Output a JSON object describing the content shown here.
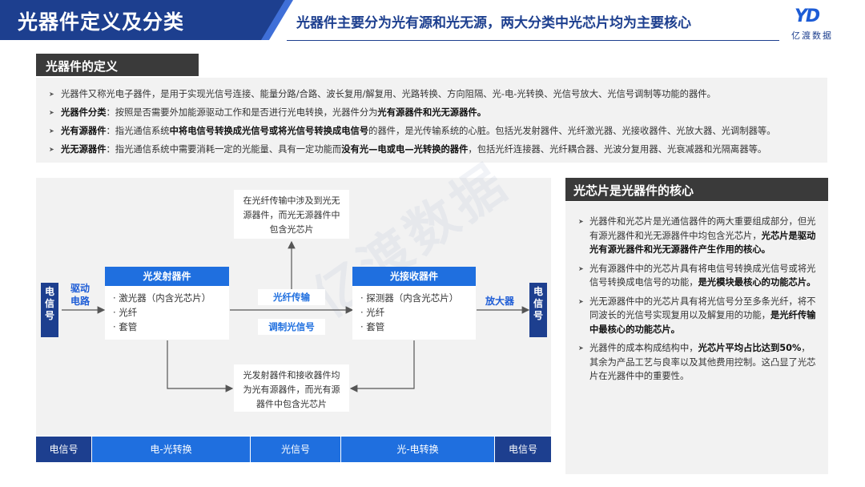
{
  "header": {
    "title": "光器件定义及分类",
    "subtitle": "光器件主要分为光有源和光无源，两大分类中光芯片均为主要核心",
    "logo_mark": "YD",
    "logo_text": "亿渡数据"
  },
  "definition": {
    "label": "光器件的定义",
    "items": [
      {
        "segments": [
          {
            "t": "光器件又称光电子器件，是用于实现光信号连接、能量分路/合路、波长复用/解复用、光路转换、方向阻隔、光-电-光转换、光信号放大、光信号调制等功能的器件。",
            "b": false
          }
        ]
      },
      {
        "segments": [
          {
            "t": "光器件分类",
            "b": true
          },
          {
            "t": "：按照是否需要外加能源驱动工作和是否进行光电转换，光器件分为",
            "b": false
          },
          {
            "t": "光有源器件和光无源器件。",
            "b": true
          }
        ]
      },
      {
        "segments": [
          {
            "t": "光有源器件",
            "b": true
          },
          {
            "t": "：指光通信系统",
            "b": false
          },
          {
            "t": "中将电信号转换成光信号或将光信号转换成电信号",
            "b": true
          },
          {
            "t": "的器件，是光传输系统的心脏。包括光发射器件、光纤激光器、光接收器件、光放大器、光调制器等。",
            "b": false
          }
        ]
      },
      {
        "segments": [
          {
            "t": "光无源器件",
            "b": true
          },
          {
            "t": "：指光通信系统中需要消耗一定的光能量、具有一定功能而",
            "b": false
          },
          {
            "t": "没有光—电或电—光转换的器件",
            "b": true
          },
          {
            "t": "，包括光纤连接器、光纤耦合器、光波分复用器、光衰减器和光隔离器等。",
            "b": false
          }
        ]
      }
    ]
  },
  "diagram": {
    "left_bar": "电信号",
    "right_bar": "电信号",
    "drive_label": "驱动电路",
    "amp_label": "放大器",
    "emitter": {
      "title": "光发射器件",
      "items": [
        "· 激光器（内含光芯片）",
        "· 光纤",
        "· 套管"
      ]
    },
    "receiver": {
      "title": "光接收器件",
      "items": [
        "· 探测器（内含光芯片）",
        "· 光纤",
        "· 套管"
      ]
    },
    "fiber_label": "光纤传输",
    "mod_label": "调制光信号",
    "top_note": "在光纤传输中涉及到光无源器件，而光无源器件中包含光芯片",
    "bottom_note": "光发射器件和接收器件均为光有源器件，而光有源器件中包含光芯片"
  },
  "bottom_bar": [
    {
      "label": "电信号",
      "style": "dark"
    },
    {
      "label": "电-光转换",
      "style": "blue"
    },
    {
      "label": "光信号",
      "style": "blue"
    },
    {
      "label": "光-电转换",
      "style": "blue"
    },
    {
      "label": "电信号",
      "style": "dark"
    }
  ],
  "core": {
    "title": "光芯片是光器件的核心",
    "items": [
      {
        "segments": [
          {
            "t": "光器件和光芯片是光通信器件的两大重要组成部分，但光有源光器件和光无源器件中均包含光芯片，",
            "b": false
          },
          {
            "t": "光芯片是驱动光有源光器件和光无源器件产生作用的核心。",
            "b": true
          }
        ]
      },
      {
        "segments": [
          {
            "t": "光有源器件中的光芯片具有将电信号转换成光信号或将光信号转换成电信号的功能，",
            "b": false
          },
          {
            "t": "是光模块最核心的功能芯片。",
            "b": true
          }
        ]
      },
      {
        "segments": [
          {
            "t": "光无源器件中的光芯片具有将光信号分至多条光纤，将不同波长的光信号实现复用以及解复用的功能，",
            "b": false
          },
          {
            "t": "是光纤传输中最核心的功能芯片。",
            "b": true
          }
        ]
      },
      {
        "segments": [
          {
            "t": "光器件的成本构成结构中，",
            "b": false
          },
          {
            "t": "光芯片平均占比达到50%",
            "b": true
          },
          {
            "t": "，其余为产品工艺与良率以及其他费用控制。这凸显了光芯片在光器件中的重要性。",
            "b": false
          }
        ]
      }
    ]
  },
  "watermark": "亿渡数据"
}
